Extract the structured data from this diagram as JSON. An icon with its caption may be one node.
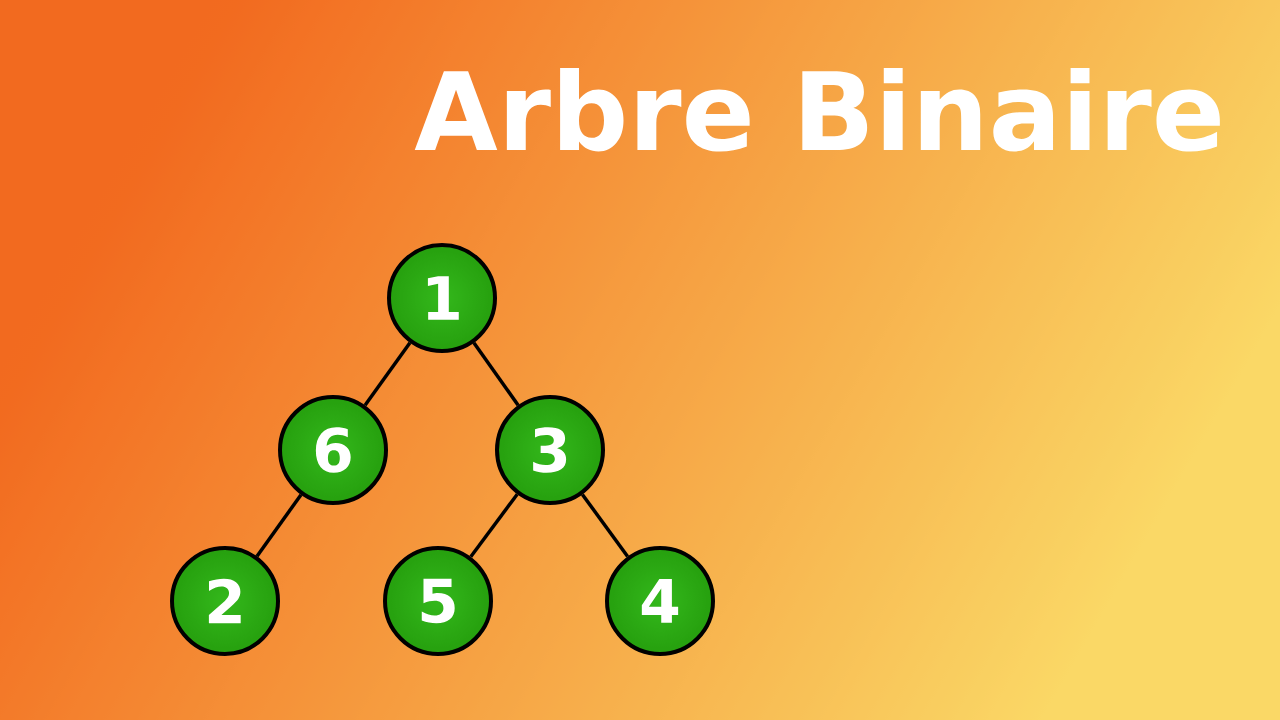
{
  "diagram": {
    "title": "Arbre Binaire",
    "nodes": [
      {
        "text": [
          "1"
        ]
      },
      {
        "text": [
          "6"
        ]
      },
      {
        "text": [
          "3"
        ]
      },
      {
        "text": [
          "2"
        ]
      },
      {
        "text": [
          "5"
        ]
      },
      {
        "text": [
          "4"
        ]
      }
    ],
    "edges": [
      {
        "from": 0,
        "to": 1,
        "arrow": "none"
      },
      {
        "from": 0,
        "to": 2,
        "arrow": "none"
      },
      {
        "from": 1,
        "to": 3,
        "arrow": "none"
      },
      {
        "from": 2,
        "to": 4,
        "arrow": "none"
      },
      {
        "from": 2,
        "to": 5,
        "arrow": "none"
      }
    ]
  }
}
